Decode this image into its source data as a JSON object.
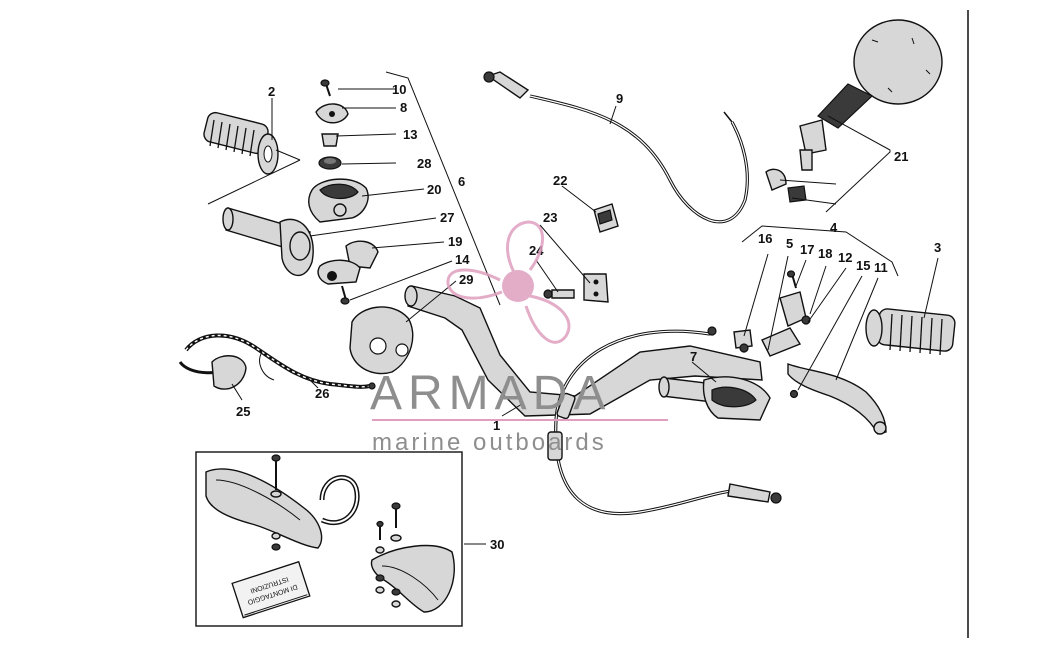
{
  "diagram": {
    "callouts": [
      "1",
      "2",
      "3",
      "4",
      "5",
      "6",
      "7",
      "8",
      "9",
      "10",
      "11",
      "12",
      "13",
      "14",
      "15",
      "16",
      "17",
      "18",
      "19",
      "20",
      "21",
      "22",
      "23",
      "24",
      "25",
      "26",
      "27",
      "28",
      "29",
      "30"
    ],
    "kit_label": "30",
    "booklet_text": [
      "ISTRUZIONI",
      "DI MONTAGGIO"
    ]
  },
  "watermark": {
    "brand": "ARMADA",
    "tagline": "marine outboards",
    "brand_color": "#df9fbf",
    "text_color": "#8e8e8e"
  }
}
